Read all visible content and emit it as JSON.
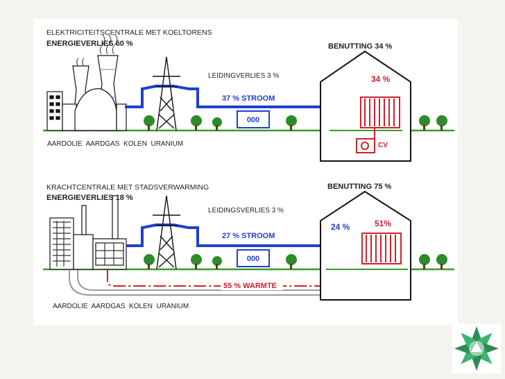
{
  "top": {
    "title": "ELEKTRICITEITSCENTRALE MET KOELTORENS",
    "loss": "ENERGIEVERLIES 60 %",
    "utilization": "BENUTTING 34 %",
    "line_loss": "LEIDINGVERLIES 3 %",
    "power": "37 % STROOM",
    "house_pct": "34 %",
    "cv": "CV",
    "fuels": "AARDOLIE  AARDGAS  KOLEN  URANIUM",
    "meter": "000"
  },
  "bottom": {
    "title": "KRACHTCENTRALE MET STADSVERWARMING",
    "loss": "ENERGIEVERLIES 18 %",
    "utilization": "BENUTTING 75 %",
    "line_loss": "LEIDINGSVERLIES 3 %",
    "power": "27 % STROOM",
    "house_pct_power": "24 %",
    "house_pct_heat": "51%",
    "heat": "55 % WARMTE",
    "fuels": "AARDOLIE  AARDGAS  KOLEN  URANIUM",
    "meter": "000"
  },
  "colors": {
    "power": "#1e3fd0",
    "heat": "#d0202a",
    "ground": "#3a9a2a",
    "text": "#222222"
  }
}
